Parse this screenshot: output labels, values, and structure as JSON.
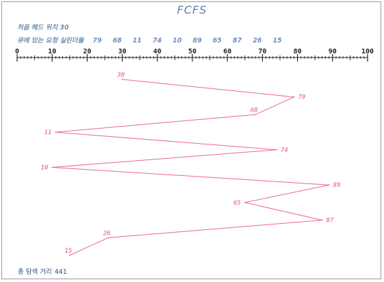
{
  "title": "FCFS",
  "head_info": {
    "label": "처음 헤드 위치",
    "value": "30"
  },
  "queue_info": {
    "label": "큐에 있는 요청 실린더들",
    "values": [
      "79",
      "68",
      "11",
      "74",
      "10",
      "89",
      "65",
      "87",
      "26",
      "15"
    ]
  },
  "total_info": {
    "label": "총 탐색 거리",
    "value": "441"
  },
  "colors": {
    "line": "#e9659a",
    "point_label": "#e0527f",
    "info": "#6f8fb5",
    "title": "#5f80a8",
    "axis": "#222222"
  },
  "chart_data": {
    "type": "line",
    "title": "FCFS",
    "xlim": [
      0,
      100
    ],
    "x_ticks": [
      0,
      10,
      20,
      30,
      40,
      50,
      60,
      70,
      80,
      90,
      100
    ],
    "grid": false,
    "sequence": [
      30,
      79,
      68,
      11,
      74,
      10,
      89,
      65,
      87,
      26,
      15
    ],
    "labels": [
      "30",
      "79",
      "68",
      "11",
      "74",
      "10",
      "89",
      "65",
      "87",
      "26",
      "15"
    ]
  }
}
